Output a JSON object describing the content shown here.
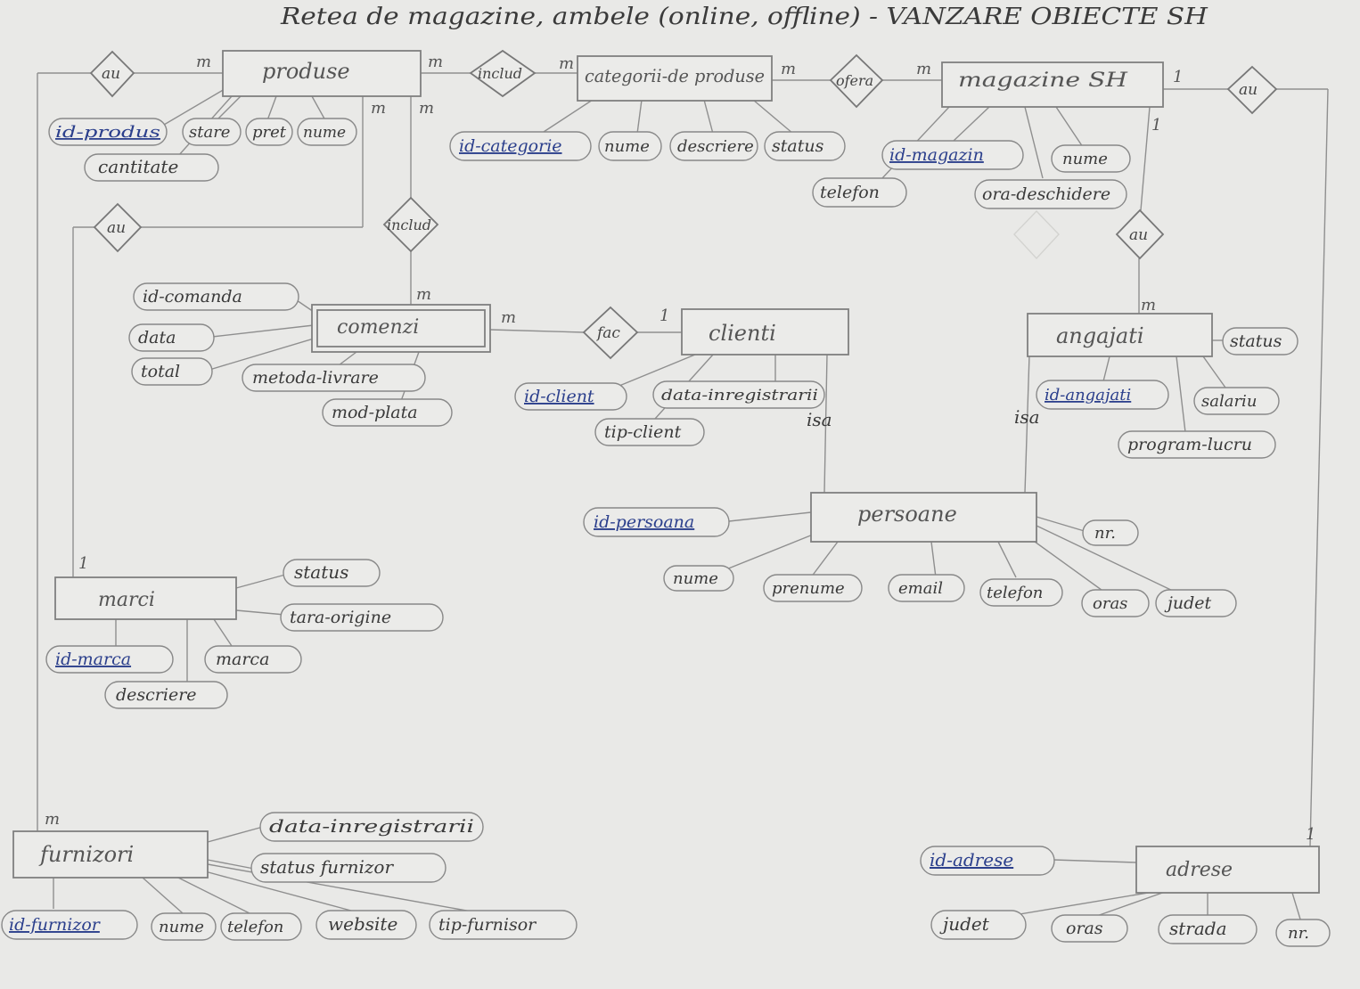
{
  "title": "Retea de magazine, ambele (online, offline) - VANZARE OBIECTE SH",
  "entities": {
    "produse": "produse",
    "categorii": "categorii-de produse",
    "magazine": "magazine SH",
    "comenzi": "comenzi",
    "clienti": "clienti",
    "angajati": "angajati",
    "persoane": "persoane",
    "marci": "marci",
    "furnizori": "furnizori",
    "adrese": "adrese"
  },
  "relationships": {
    "au_produse_furnizori": "au",
    "include_produse_categorii": "includ",
    "ofera": "ofera",
    "au_magazine_adrese": "au",
    "au_produse_marci": "au",
    "include_comenzi_produse": "includ",
    "fac": "fac",
    "au_magazine_angajati": "au"
  },
  "attributes": {
    "produse": {
      "id": "id-produs",
      "stare": "stare",
      "pret": "pret",
      "nume": "nume",
      "cantitate": "cantitate"
    },
    "categorii": {
      "id": "id-categorie",
      "nume": "nume",
      "descriere": "descriere",
      "status": "status"
    },
    "magazine": {
      "id": "id-magazin",
      "telefon": "telefon",
      "nume": "nume",
      "ora": "ora-deschidere"
    },
    "comenzi": {
      "id": "id-comanda",
      "data": "data",
      "total": "total",
      "metoda": "metoda-livrare",
      "mod": "mod-plata"
    },
    "clienti": {
      "id": "id-client",
      "data": "data-inregistrarii",
      "tip": "tip-client"
    },
    "angajati": {
      "status": "status",
      "id": "id-angajati",
      "salariu": "salariu",
      "program": "program-lucru"
    },
    "persoane": {
      "id": "id-persoana",
      "nr": "nr.",
      "nume": "nume",
      "prenume": "prenume",
      "email": "email",
      "telefon": "telefon",
      "oras": "oras",
      "judet": "judet"
    },
    "marci": {
      "status": "status",
      "tara": "tara-origine",
      "id": "id-marca",
      "marca": "marca",
      "descriere": "descriere"
    },
    "furnizori": {
      "data": "data-inregistrarii",
      "status": "status furnizor",
      "id": "id-furnizor",
      "nume": "nume",
      "telefon": "telefon",
      "website": "website",
      "tip": "tip-furnisor"
    },
    "adrese": {
      "id": "id-adrese",
      "judet": "judet",
      "oras": "oras",
      "strada": "strada",
      "nr": "nr."
    }
  },
  "isa_labels": {
    "clienti": "isa",
    "angajati": "isa"
  },
  "cardinalities": {
    "m": "m",
    "one": "1"
  }
}
